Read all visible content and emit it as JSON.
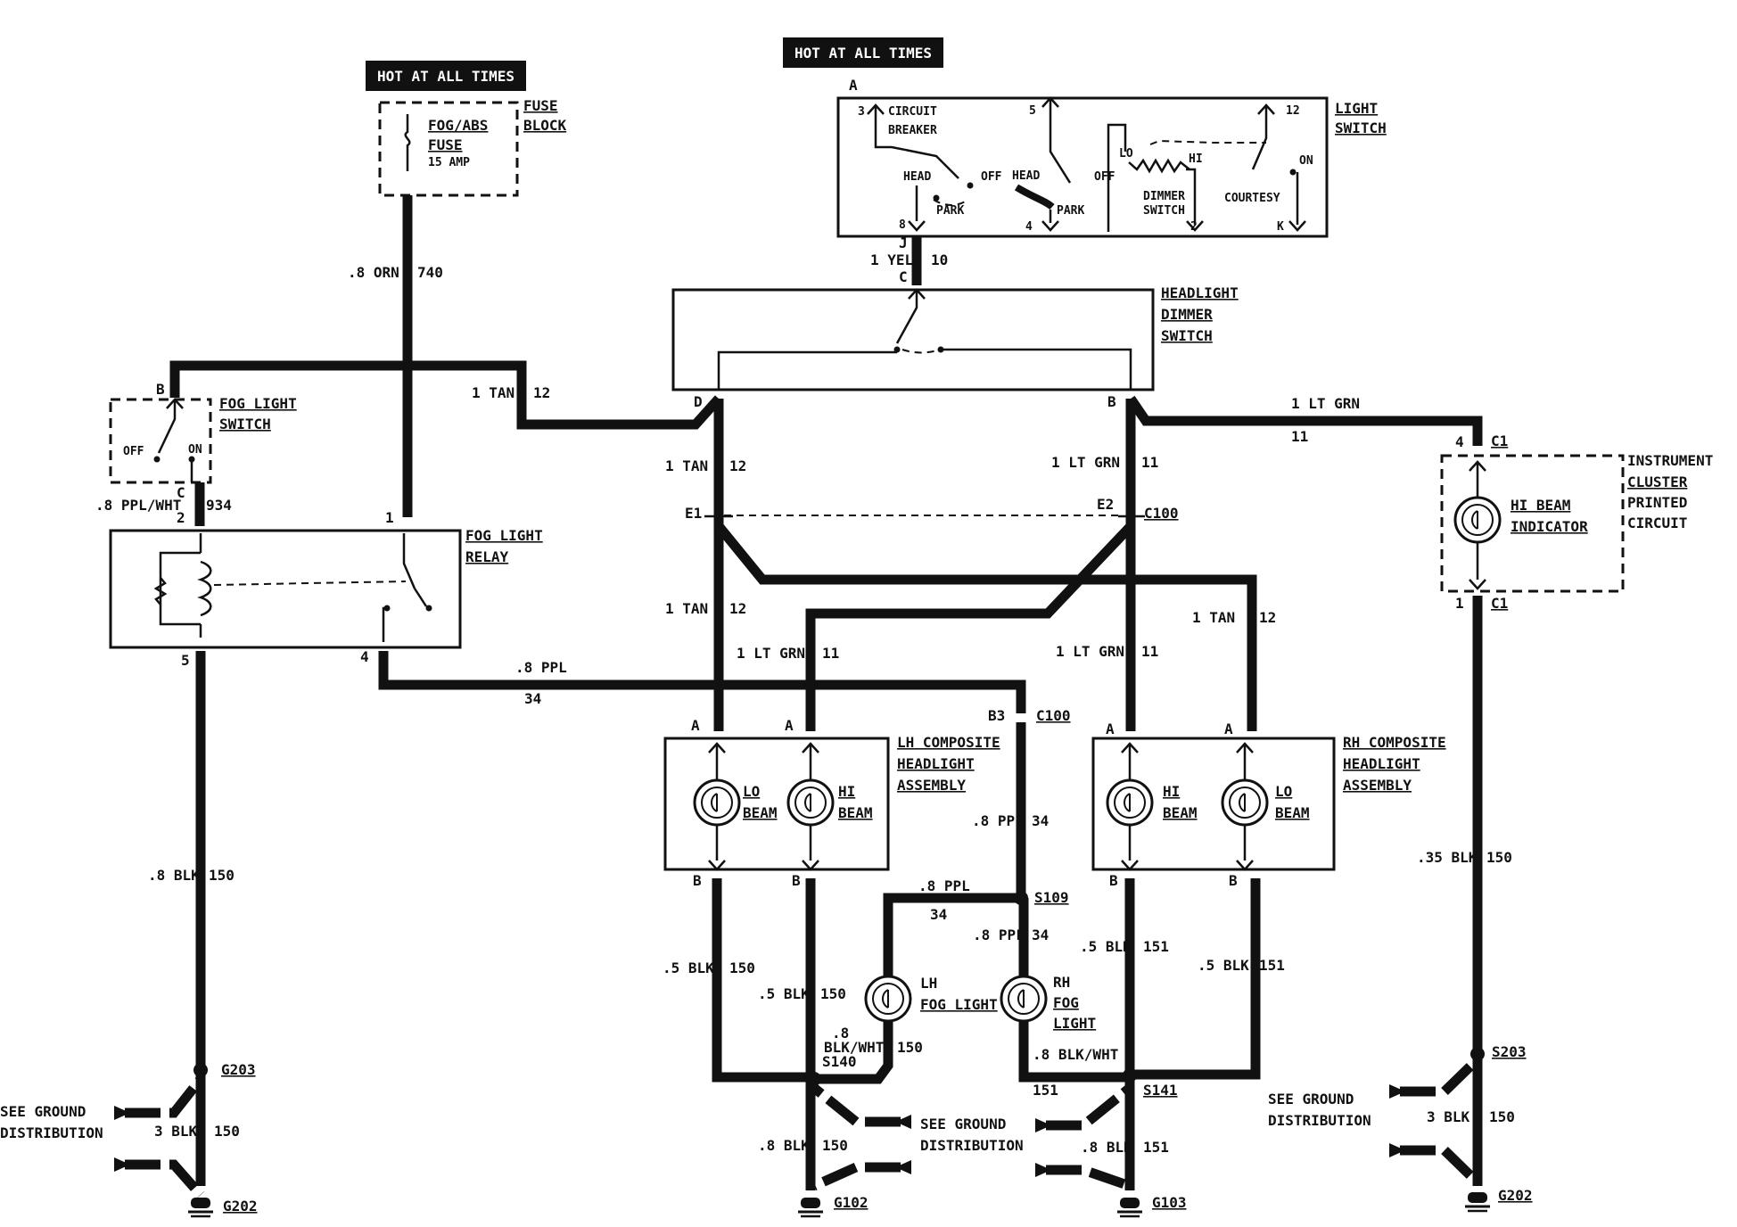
{
  "hot_labels": [
    "HOT AT ALL TIMES",
    "HOT AT ALL TIMES"
  ],
  "fuse_block": {
    "name": [
      "FUSE",
      "BLOCK"
    ],
    "fuse": [
      "FOG/ABS",
      "FUSE"
    ],
    "rating": "15 AMP"
  },
  "light_switch": {
    "name": [
      "LIGHT",
      "SWITCH"
    ],
    "cavity": "A",
    "parts": [
      "CIRCUIT",
      "BREAKER",
      "HEAD",
      "PARK",
      "OFF",
      "HEAD",
      "PARK",
      "OFF",
      "LO",
      "HI",
      "DIMMER",
      "SWITCH",
      "COURTESY",
      "ON"
    ],
    "pins": [
      "3",
      "5",
      "12",
      "8",
      "4",
      "2",
      "K"
    ]
  },
  "headlight_dimmer": {
    "name": [
      "HEADLIGHT",
      "DIMMER",
      "SWITCH"
    ],
    "pins": [
      "J",
      "C",
      "D",
      "B"
    ]
  },
  "fog_switch": {
    "name": [
      "FOG LIGHT",
      "SWITCH"
    ],
    "pins": [
      "B",
      "C",
      "2"
    ],
    "off": "OFF",
    "on": "ON"
  },
  "fog_relay": {
    "name": [
      "FOG LIGHT",
      "RELAY"
    ],
    "pins": [
      "1",
      "5",
      "4"
    ]
  },
  "cluster": {
    "name": [
      "INSTRUMENT",
      "CLUSTER",
      "PRINTED",
      "CIRCUIT"
    ],
    "indicator": [
      "HI BEAM",
      "INDICATOR"
    ],
    "pins": [
      "4",
      "C1",
      "1",
      "C1"
    ]
  },
  "lh_headlight": {
    "name": [
      "LH COMPOSITE",
      "HEADLIGHT",
      "ASSEMBLY"
    ],
    "lo": [
      "LO",
      "BEAM"
    ],
    "hi": [
      "HI",
      "BEAM"
    ]
  },
  "rh_headlight": {
    "name": [
      "RH COMPOSITE",
      "HEADLIGHT",
      "ASSEMBLY"
    ],
    "hi": [
      "HI",
      "BEAM"
    ],
    "lo": [
      "LO",
      "BEAM"
    ]
  },
  "lh_fog": [
    "LH",
    "FOG LIGHT"
  ],
  "rh_fog": [
    "RH",
    "FOG",
    "LIGHT"
  ],
  "wire_labels": [
    ".8 ORN",
    "740",
    "1 TAN",
    "12",
    "1 YEL",
    "10",
    "1 LT GRN",
    "11",
    "1 TAN",
    "12",
    "1 LT GRN",
    "11",
    ".8 PPL/WHT",
    "934",
    "1 TAN",
    "12",
    "1 LT GRN",
    "11",
    "1 LT GRN",
    "11",
    "1 TAN",
    "12",
    ".8 PPL",
    "34",
    ".8 BLK",
    "150",
    ".35 BLK",
    "150",
    ".8 PPL",
    "34",
    ".8 PPL",
    "34",
    ".8 PPL",
    "34",
    ".5 BLK",
    "150",
    ".5 BLK",
    "150",
    ".8",
    "BLK/WHT",
    "150",
    ".8 BLK/WHT",
    "151",
    ".5 BLK",
    "151",
    ".5 BLK",
    "151",
    "3 BLK",
    "150",
    ".8 BLK",
    "150",
    ".8 BLK",
    "151",
    "3 BLK",
    "150"
  ],
  "connectors": [
    "E1",
    "E2",
    "C100",
    "B3",
    "C100",
    "S109",
    "S140",
    "S141",
    "S203",
    "G203"
  ],
  "pin_letters": [
    "A",
    "A",
    "A",
    "A",
    "B",
    "B",
    "B",
    "B"
  ],
  "grounds": [
    "G202",
    "G102",
    "G103",
    "G202"
  ],
  "see_ground": [
    "SEE GROUND",
    "DISTRIBUTION",
    "SEE GROUND",
    "DISTRIBUTION",
    "SEE GROUND",
    "DISTRIBUTION"
  ]
}
